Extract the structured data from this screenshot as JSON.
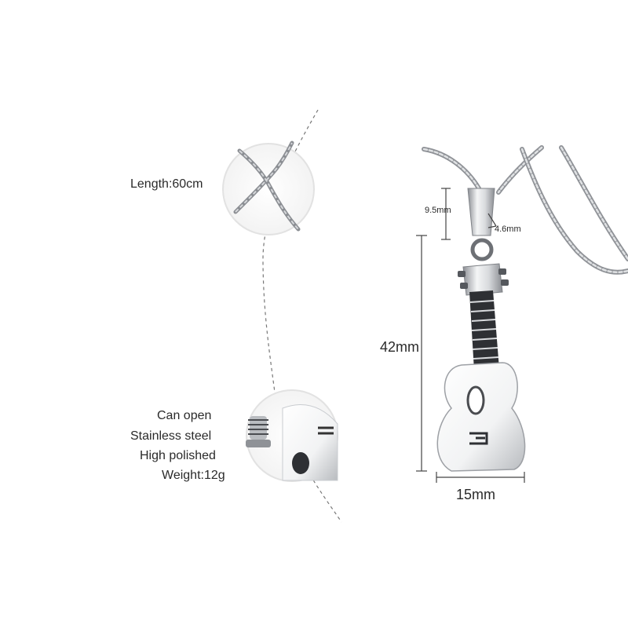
{
  "features": {
    "length": "Length:60cm",
    "can_open": "Can open",
    "material": "Stainless steel",
    "finish": "High polished",
    "weight": "Weight:12g"
  },
  "dimensions": {
    "bail_height": "9.5mm",
    "bail_width": "4.6mm",
    "pendant_height": "42mm",
    "pendant_width": "15mm"
  },
  "icons": {
    "chain_detail": "chain-closeup-icon",
    "screw_detail": "screw-closeup-icon",
    "pendant": "guitar-pendant-icon"
  },
  "colors": {
    "metal": "#c9cbce",
    "metal_dark": "#5b5e63",
    "fret_dark": "#2b2b2e",
    "line": "#444444"
  }
}
